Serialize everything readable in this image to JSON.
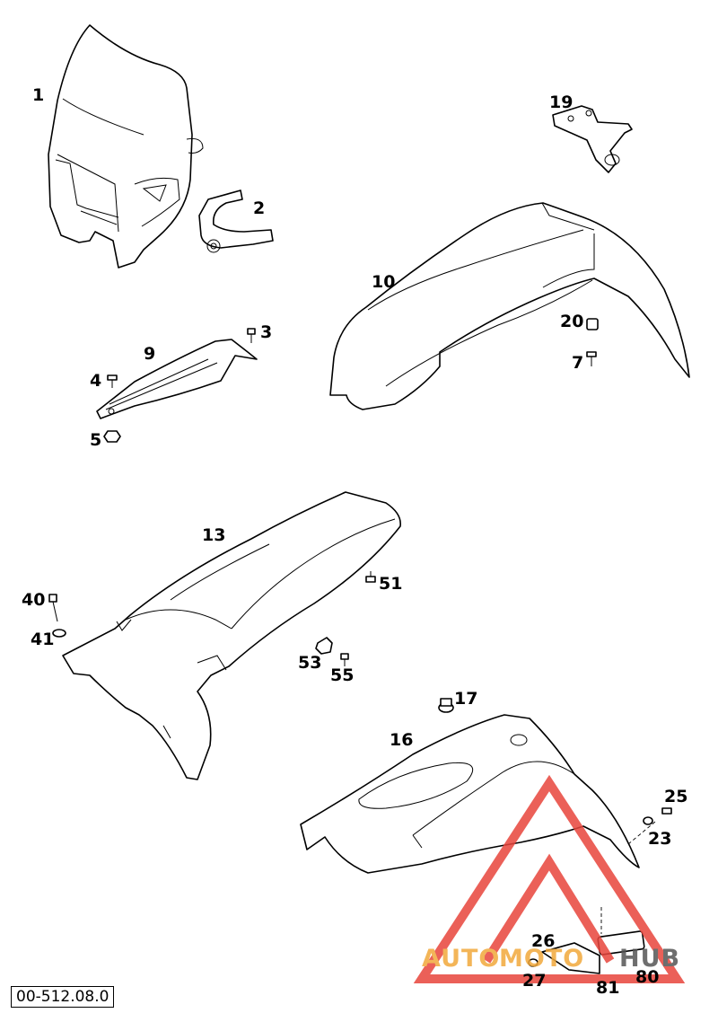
{
  "diagram": {
    "document_code": "00-512.08.0",
    "callouts": [
      "1",
      "2",
      "3",
      "4",
      "5",
      "7",
      "9",
      "10",
      "13",
      "16",
      "17",
      "19",
      "20",
      "23",
      "25",
      "26",
      "27",
      "40",
      "41",
      "51",
      "53",
      "55",
      "80",
      "81"
    ],
    "watermark": {
      "word_a": "AUTO",
      "word_b": "MOTO",
      "word_c": "HUB",
      "color_a": "#f2a93b",
      "color_b": "#f2a93b",
      "color_c": "#555555",
      "logo_color": "#e8453c"
    },
    "colors": {
      "line": "#000000",
      "background": "#ffffff"
    }
  }
}
